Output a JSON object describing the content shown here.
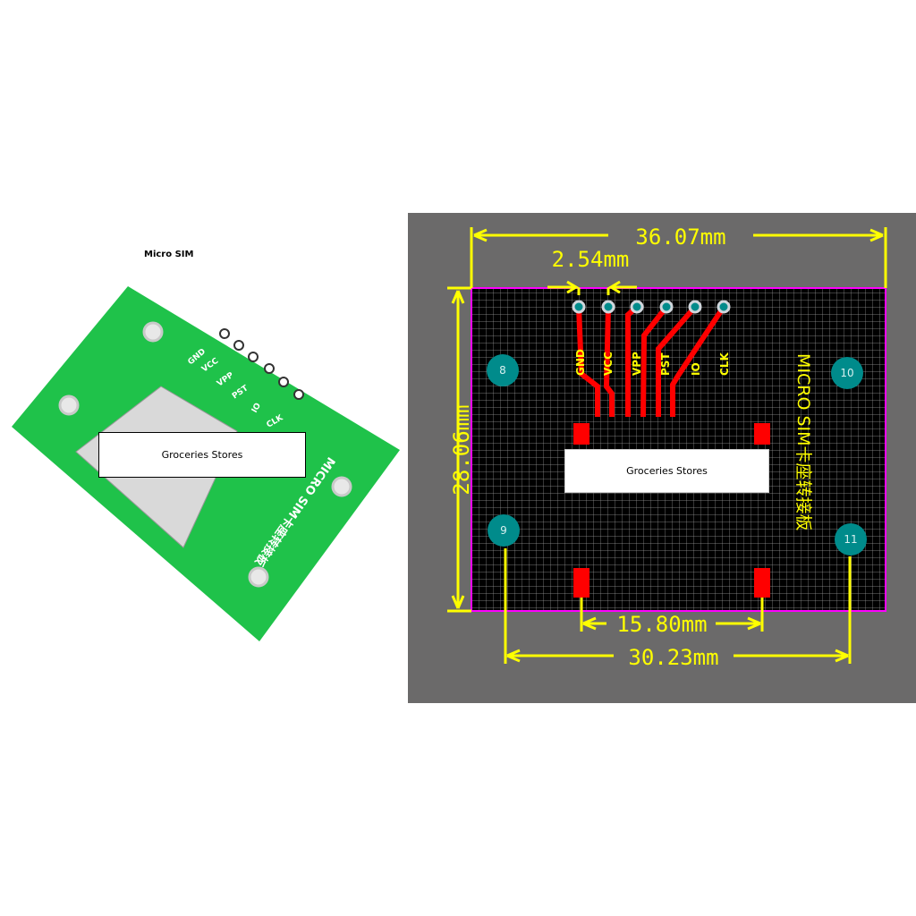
{
  "left": {
    "caption": "Micro SIM",
    "overlay_label": "Groceries Stores",
    "silk_pins": [
      "GND",
      "VCC",
      "VPP",
      "PST",
      "IO",
      "CLK"
    ],
    "silk_title": "MICRO SIM卡座转接板"
  },
  "right": {
    "overlay_label": "Groceries Stores",
    "pins": [
      "GND",
      "VCC",
      "VPP",
      "PST",
      "IO",
      "CLK"
    ],
    "holes": [
      "8",
      "10",
      "9",
      "11"
    ],
    "title": "MICRO SIM卡座转接板",
    "dimensions": {
      "width": "36.07mm",
      "pitch": "2.54mm",
      "height": "28.06mm",
      "pad_span": "15.80mm",
      "hole_span": "30.23mm"
    }
  },
  "colors": {
    "pcb_green": "#1fc24a",
    "panel_gray": "#6b6a6a",
    "dimension": "#ffff00",
    "trace": "#ff0000",
    "outline": "#ff00ff",
    "hole": "#008b8b"
  }
}
